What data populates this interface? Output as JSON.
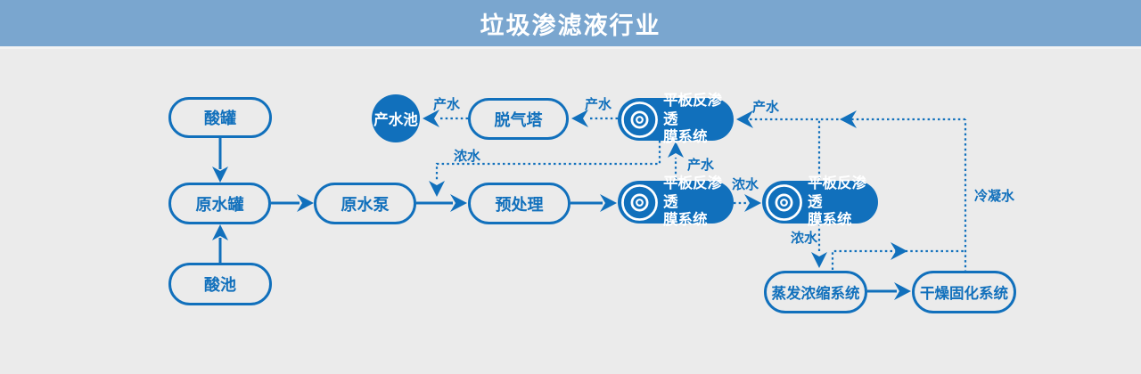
{
  "header": {
    "title": "垃圾渗滤液行业"
  },
  "colors": {
    "accent": "#1170BC",
    "header_bg": "#7AA6CF",
    "canvas_bg": "#EBEBEB"
  },
  "nodes": {
    "acid_tank": {
      "label": "酸罐"
    },
    "raw_water_tank": {
      "label": "原水罐"
    },
    "acid_pool": {
      "label": "酸池"
    },
    "raw_water_pump": {
      "label": "原水泵"
    },
    "pretreatment": {
      "label": "预处理"
    },
    "degassing_tower": {
      "label": "脱气塔"
    },
    "product_water_pool": {
      "label": "产水池"
    },
    "ro_system_mid": {
      "lines": [
        "平板反渗透",
        "膜系统"
      ],
      "icon": "concentric-circles-icon"
    },
    "ro_system_top": {
      "lines": [
        "平板反渗透",
        "膜系统"
      ],
      "icon": "concentric-circles-icon"
    },
    "ro_system_right": {
      "lines": [
        "平板反渗透",
        "膜系统"
      ],
      "icon": "concentric-circles-icon"
    },
    "evaporation_system": {
      "label": "蒸发浓缩系统"
    },
    "drying_system": {
      "label": "干燥固化系统"
    }
  },
  "edge_labels": {
    "product_water_to_pool": "产水",
    "product_water_to_tower": "产水",
    "product_water_mid_to_top": "产水",
    "product_water_right_to_top": "产水",
    "concentrate_top_return": "浓水",
    "concentrate_mid_to_right": "浓水",
    "concentrate_right_to_evap": "浓水",
    "condensate_return": "冷凝水"
  }
}
